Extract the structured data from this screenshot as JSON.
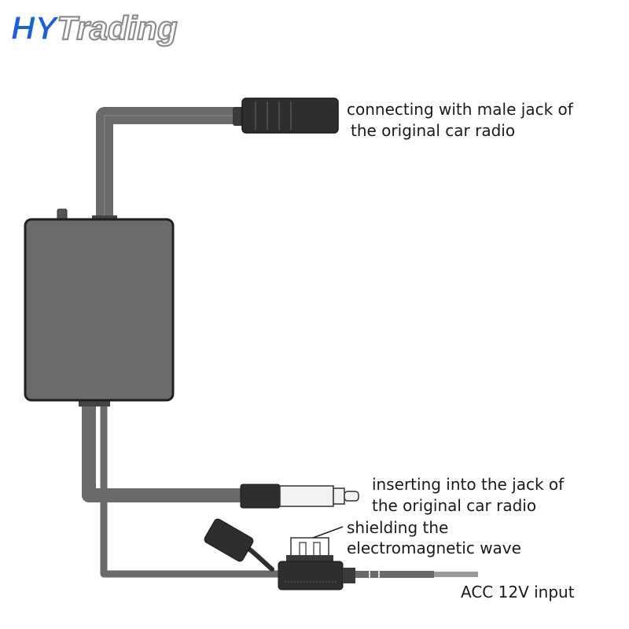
{
  "brand": {
    "part1": "HY",
    "part2": "Trading"
  },
  "colors": {
    "brand_blue": "#1e5fd6",
    "brand_gray": "#8e8e8e",
    "box": "#6b6b6b",
    "cable": "#6a6a6a",
    "connector": "#2e2e2e"
  },
  "labels": {
    "output_line1": "connecting with male jack of",
    "output_line2": "the original car radio",
    "input_line1": "inserting into the jack of",
    "input_line2": "the original car radio",
    "shield_line1": "shielding the",
    "shield_line2": "electromagnetic wave",
    "power": "ACC  12V input"
  }
}
